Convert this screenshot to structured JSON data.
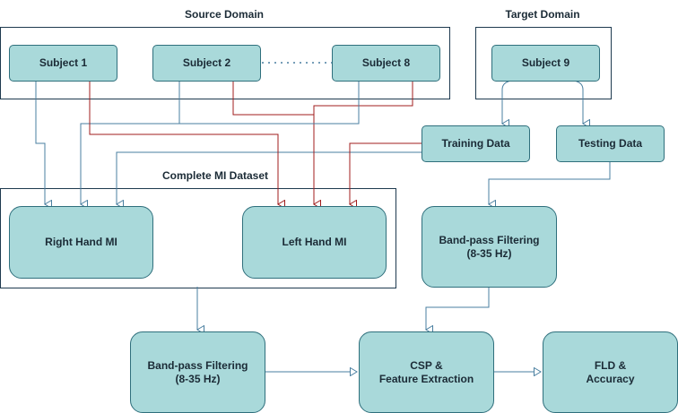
{
  "groups": {
    "source_domain": "Source Domain",
    "target_domain": "Target  Domain",
    "complete_dataset": "Complete MI Dataset"
  },
  "nodes": {
    "subject_1": "Subject 1",
    "subject_2": "Subject 2",
    "subject_8": "Subject 8",
    "subject_9": "Subject 9",
    "training_data": "Training Data",
    "testing_data": "Testing Data",
    "right_hand": "Right Hand MI",
    "left_hand": "Left Hand MI",
    "bandpass_target": "Band-pass Filtering\n(8-35 Hz)",
    "bandpass_main": "Band-pass Filtering\n(8-35 Hz)",
    "csp": "CSP &\nFeature Extraction",
    "fld": "FLD &\nAccuracy"
  },
  "colors": {
    "node_fill": "#a9d9da",
    "node_border": "#2f6f7c",
    "blue_edge": "#4a7fa0",
    "red_edge": "#a01c1c"
  }
}
